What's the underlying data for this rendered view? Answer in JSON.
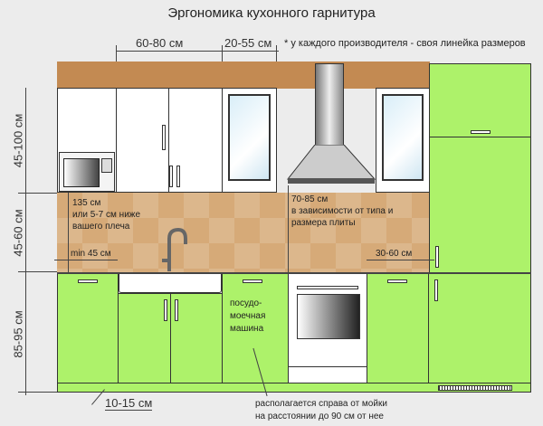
{
  "title": "Эргономика кухонного гарнитура",
  "dimensions": {
    "upper_width": "60-80 см",
    "gap_width": "20-55 см",
    "note": "* у каждого производителя - своя линейка размеров",
    "upper_height": "45-100 см",
    "backsplash_height": "45-60 см",
    "lower_height": "85-95 см",
    "plinth": "10-15 см",
    "side_min": "min 45 см",
    "side_right": "30-60 см"
  },
  "annotations": {
    "shelf_height": [
      "135 см",
      "или 5-7 см ниже",
      "вашего плеча"
    ],
    "hood_height": [
      "70-85 см",
      "в зависимости от типа и",
      "размера плиты"
    ],
    "dishwasher": [
      "посудо-",
      "моечная",
      "машина"
    ],
    "dishwasher_note": [
      "располагается справа от мойки",
      "на расстоянии до 90 см от нее"
    ]
  }
}
